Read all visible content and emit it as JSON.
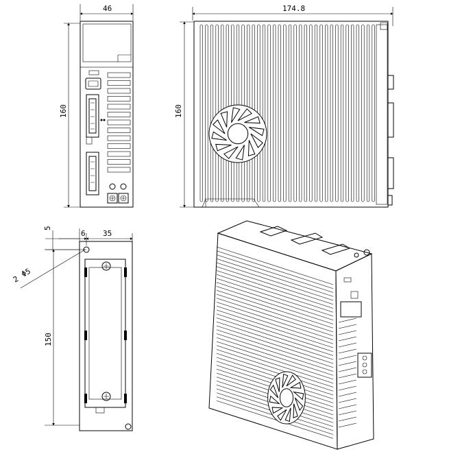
{
  "figure": {
    "front_view": {
      "width_label": "46",
      "height_label": "160"
    },
    "side_view": {
      "depth_label": "174.8",
      "height_label": "160"
    },
    "mount_view": {
      "top_offset_label": "5",
      "hole_offset_label": "6",
      "hole_spacing_label": "35",
      "hole_label_qty": "2",
      "hole_label_diameter": "Φ5",
      "height_label": "150"
    }
  }
}
